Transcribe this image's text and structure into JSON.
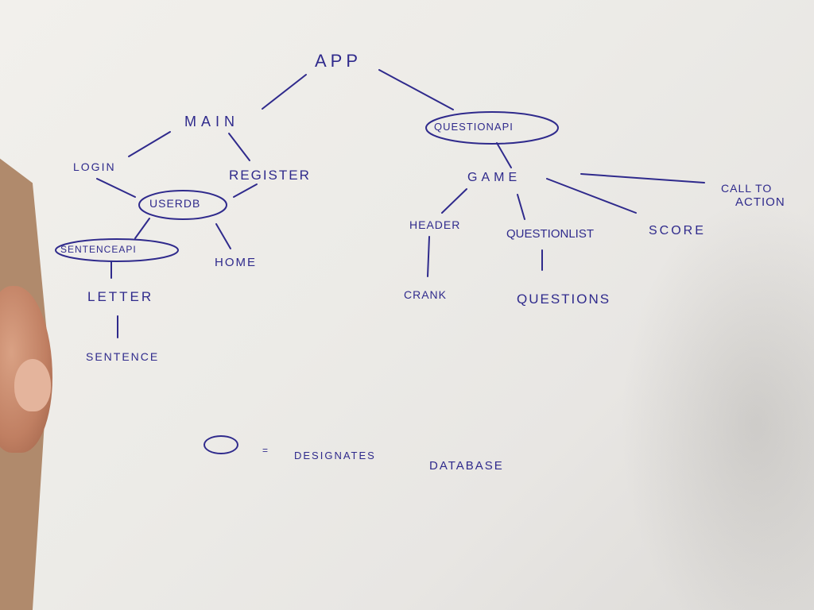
{
  "nodes": {
    "app": "APP",
    "main": "MAIN",
    "login": "LOGIN",
    "register": "REGISTER",
    "userdb": "USERDB",
    "sentenceapi": "SENTENCEAPI",
    "home": "HOME",
    "letter": "LETTER",
    "sentence": "SENTENCE",
    "questionapi": "QUESTIONAPI",
    "game": "GAME",
    "header": "HEADER",
    "questionlist": "QUESTIONLIST",
    "score": "SCORE",
    "call_to_action_line1": "CALL TO",
    "call_to_action_line2": "ACTION",
    "crank": "CRANK",
    "questions": "QUESTIONS"
  },
  "legend": {
    "equals": "=",
    "text1": "DESIGNATES",
    "text2": "DATABASE"
  },
  "ink_color": "#2f2a8c"
}
